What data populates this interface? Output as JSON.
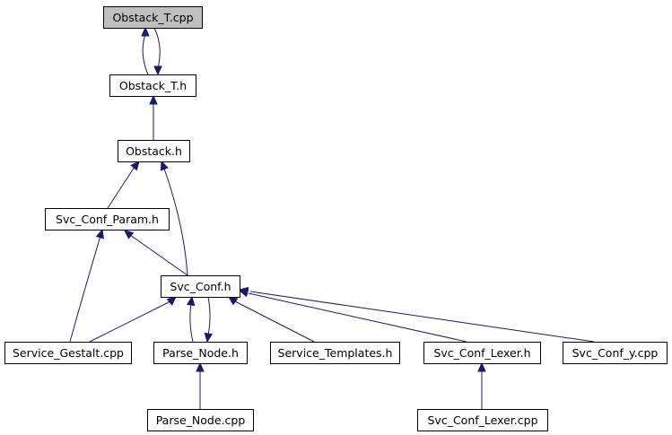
{
  "graph": {
    "edge_color": "#191970",
    "root_fill": "#bfbfbf",
    "node_fill": "#ffffff",
    "nodes": [
      {
        "id": "obstack_t_cpp",
        "label": "Obstack_T.cpp",
        "root": true
      },
      {
        "id": "obstack_t_h",
        "label": "Obstack_T.h"
      },
      {
        "id": "obstack_h",
        "label": "Obstack.h"
      },
      {
        "id": "svc_conf_param_h",
        "label": "Svc_Conf_Param.h"
      },
      {
        "id": "svc_conf_h",
        "label": "Svc_Conf.h"
      },
      {
        "id": "service_gestalt_cpp",
        "label": "Service_Gestalt.cpp"
      },
      {
        "id": "parse_node_h",
        "label": "Parse_Node.h"
      },
      {
        "id": "service_templates_h",
        "label": "Service_Templates.h"
      },
      {
        "id": "svc_conf_lexer_h",
        "label": "Svc_Conf_Lexer.h"
      },
      {
        "id": "svc_conf_y_cpp",
        "label": "Svc_Conf_y.cpp"
      },
      {
        "id": "parse_node_cpp",
        "label": "Parse_Node.cpp"
      },
      {
        "id": "svc_conf_lexer_cpp",
        "label": "Svc_Conf_Lexer.cpp"
      }
    ],
    "edges": [
      {
        "from": "obstack_t_h",
        "to": "obstack_t_cpp"
      },
      {
        "from": "obstack_t_cpp",
        "to": "obstack_t_h"
      },
      {
        "from": "obstack_h",
        "to": "obstack_t_h"
      },
      {
        "from": "svc_conf_param_h",
        "to": "obstack_h"
      },
      {
        "from": "svc_conf_h",
        "to": "obstack_h"
      },
      {
        "from": "svc_conf_h",
        "to": "svc_conf_param_h"
      },
      {
        "from": "service_gestalt_cpp",
        "to": "svc_conf_param_h"
      },
      {
        "from": "service_gestalt_cpp",
        "to": "svc_conf_h"
      },
      {
        "from": "parse_node_h",
        "to": "svc_conf_h"
      },
      {
        "from": "svc_conf_h",
        "to": "parse_node_h"
      },
      {
        "from": "service_templates_h",
        "to": "svc_conf_h"
      },
      {
        "from": "svc_conf_lexer_h",
        "to": "svc_conf_h"
      },
      {
        "from": "svc_conf_y_cpp",
        "to": "svc_conf_h"
      },
      {
        "from": "parse_node_cpp",
        "to": "parse_node_h"
      },
      {
        "from": "svc_conf_lexer_cpp",
        "to": "svc_conf_lexer_h"
      }
    ]
  }
}
